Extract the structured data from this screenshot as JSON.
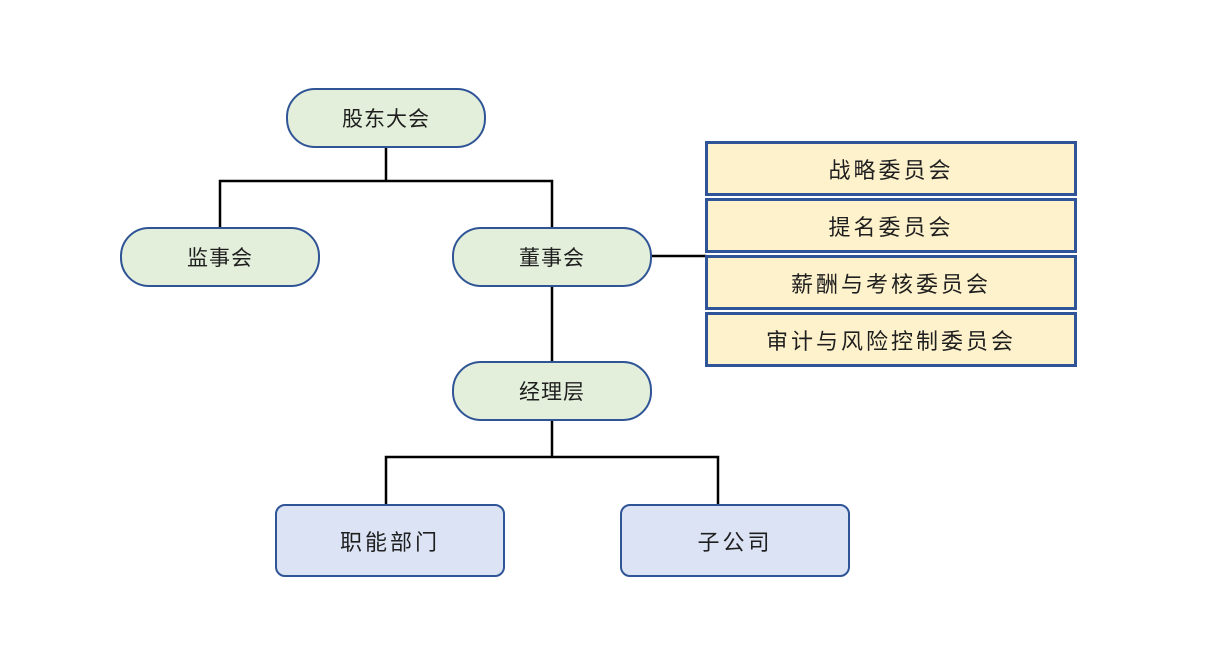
{
  "diagram": {
    "type": "org-chart",
    "nodes": {
      "shareholders_meeting": "股东大会",
      "supervisory_board": "监事会",
      "board_of_directors": "董事会",
      "management_level": "经理层",
      "functional_departments": "职能部门",
      "subsidiaries": "子公司"
    },
    "committees": [
      "战略委员会",
      "提名委员会",
      "薪酬与考核委员会",
      "审计与风险控制委员会"
    ],
    "edges": [
      "股东大会 → 监事会",
      "股东大会 → 董事会",
      "董事会 → 专门委员会(4)",
      "董事会 → 经理层",
      "经理层 → 职能部门",
      "经理层 → 子公司"
    ],
    "colors": {
      "pill_fill_green": "#e3efda",
      "committee_fill_yellow": "#fef2cc",
      "department_fill_blue": "#dbe3f4",
      "shape_border_blue": "#2f5597",
      "connector_line": "#000000",
      "background": "#ffffff",
      "text": "#1f1f1f"
    }
  }
}
